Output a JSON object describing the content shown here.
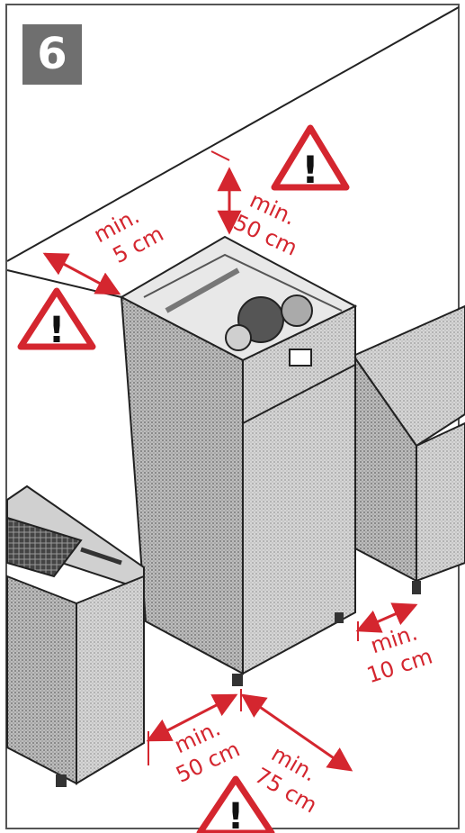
{
  "step_number": "6",
  "clearances": [
    {
      "id": "rear",
      "line1": "min.",
      "line2": "50 cm"
    },
    {
      "id": "wall-left",
      "line1": "min.",
      "line2": "5 cm"
    },
    {
      "id": "right",
      "line1": "min.",
      "line2": "10 cm"
    },
    {
      "id": "front-left",
      "line1": "min.",
      "line2": "50 cm"
    },
    {
      "id": "front-right",
      "line1": "min.",
      "line2": "75 cm"
    }
  ],
  "warning_symbol": "!",
  "colors": {
    "accent": "#d4262f",
    "appliance": "#c8c8c8",
    "outline": "#222222"
  }
}
